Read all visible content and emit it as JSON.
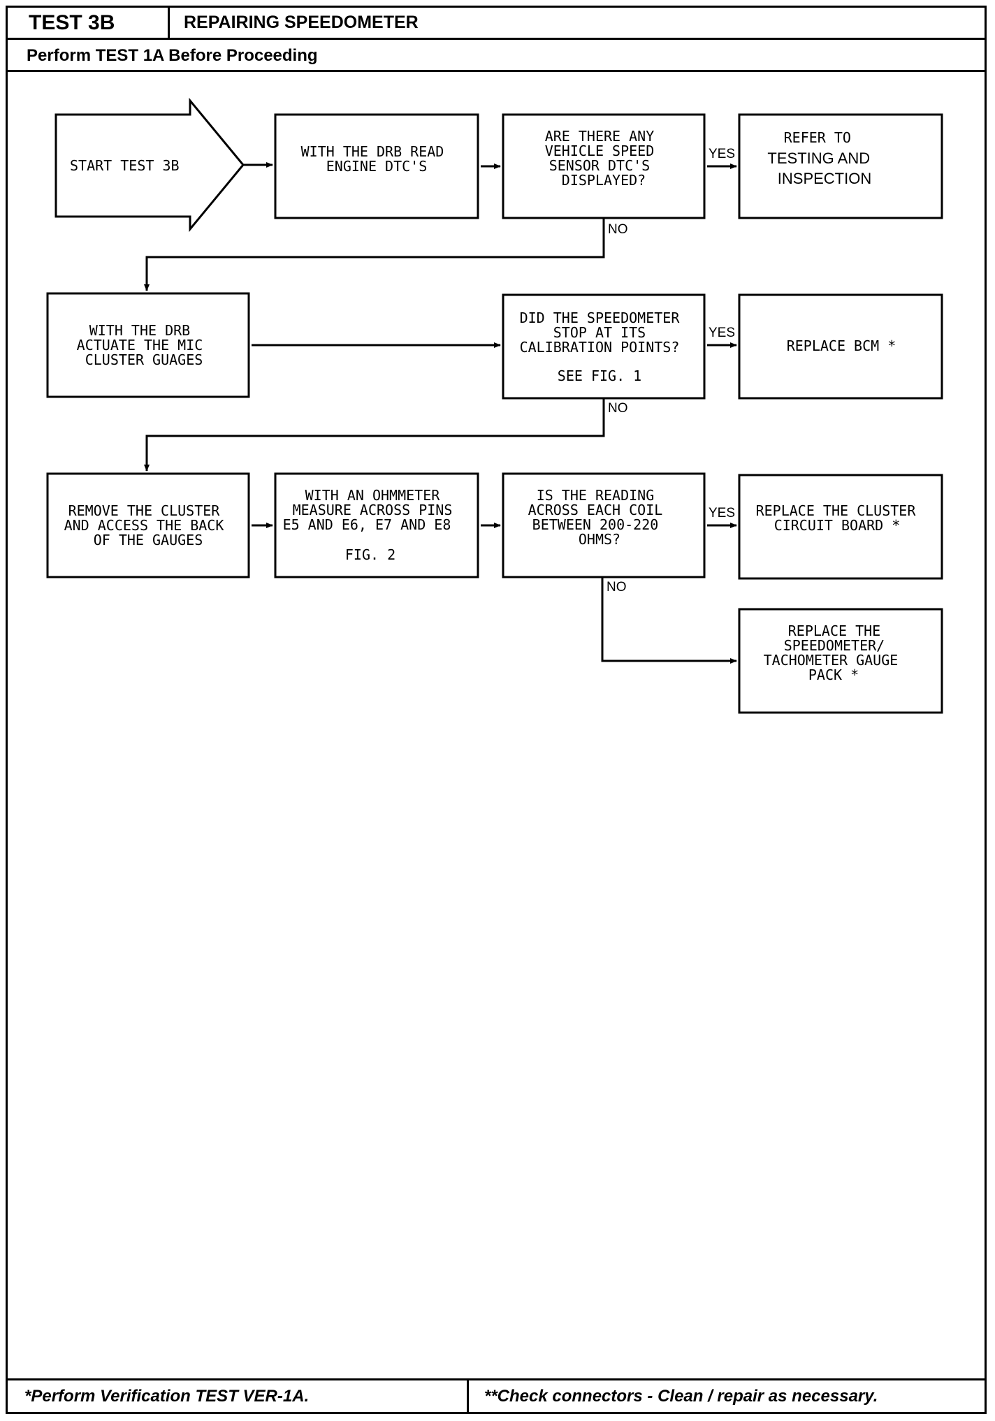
{
  "header": {
    "test_id": "TEST 3B",
    "title": "REPAIRING SPEEDOMETER",
    "prerequisite": "Perform TEST 1A Before Proceeding"
  },
  "flowchart": {
    "start": "START TEST 3B",
    "read_dtcs": [
      "WITH THE DRB READ",
      "ENGINE DTC'S"
    ],
    "q_vss_dtcs": [
      "ARE THERE ANY",
      "VEHICLE SPEED",
      "SENSOR DTC'S",
      "DISPLAYED?"
    ],
    "refer_testing": [
      "REFER TO",
      "TESTING AND",
      "INSPECTION"
    ],
    "actuate_gauges": [
      "WITH THE DRB",
      "ACTUATE THE MIC",
      "CLUSTER GUAGES"
    ],
    "q_calibration": [
      "DID THE SPEEDOMETER",
      "STOP AT ITS",
      "CALIBRATION POINTS?"
    ],
    "q_calibration_ref": "SEE FIG. 1",
    "replace_bcm": "REPLACE BCM *",
    "remove_cluster": [
      "REMOVE THE CLUSTER",
      "AND ACCESS THE BACK",
      "OF THE GAUGES"
    ],
    "measure_pins": [
      "WITH AN OHMMETER",
      "MEASURE ACROSS PINS",
      "E5 AND E6, E7 AND E8"
    ],
    "measure_pins_ref": "FIG. 2",
    "q_coil_reading": [
      "IS THE READING",
      "ACROSS EACH COIL",
      "BETWEEN 200-220",
      "OHMS?"
    ],
    "replace_circuit_board": [
      "REPLACE THE CLUSTER",
      "CIRCUIT BOARD *"
    ],
    "replace_gauge_pack": [
      "REPLACE THE",
      "SPEEDOMETER/",
      "TACHOMETER GAUGE",
      "PACK *"
    ],
    "yes_label": "YES",
    "no_label": "NO"
  },
  "footer": {
    "left": "*Perform Verification TEST VER-1A.",
    "right": "**Check connectors - Clean / repair as necessary."
  }
}
